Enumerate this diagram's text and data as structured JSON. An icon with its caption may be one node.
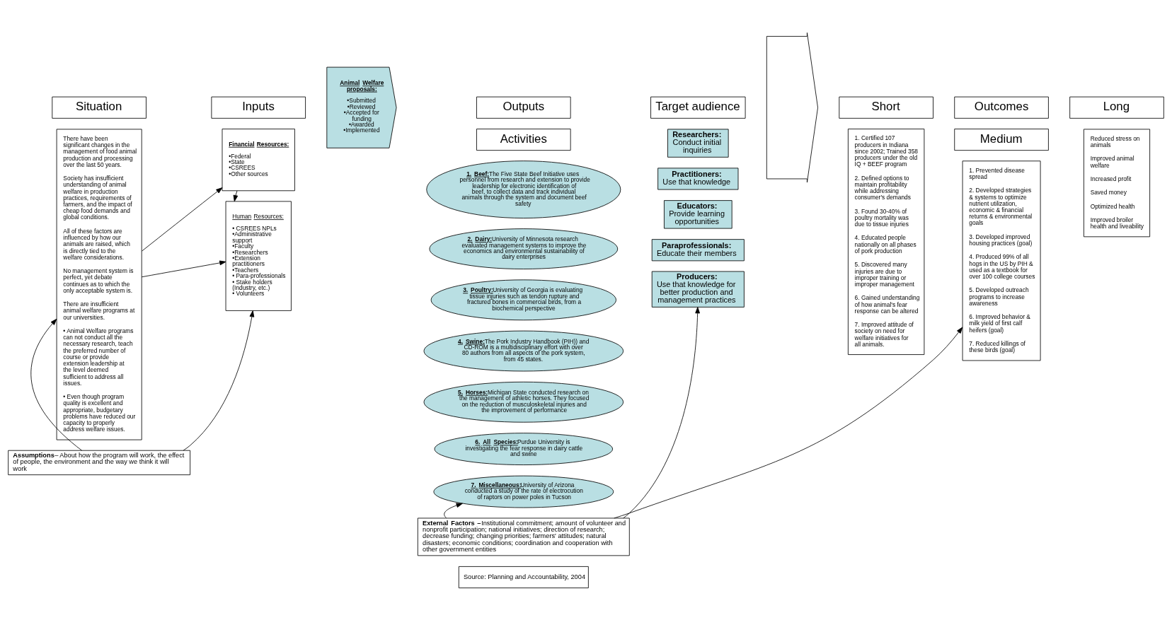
{
  "diagram": {
    "nodes": [
      {
        "text": [
          "Situation"
        ]
      },
      {
        "text": [
          "Inputs"
        ]
      },
      {
        "text": [
          "Outputs"
        ]
      },
      {
        "text": [
          "Activities"
        ]
      },
      {
        "text": [
          "Target audience"
        ]
      },
      {
        "text": [
          "Outcomes"
        ]
      },
      {
        "text": [
          "Short"
        ]
      },
      {
        "text": [
          "Medium"
        ]
      },
      {
        "text": [
          "Long"
        ]
      },
      {
        "text": [
          "There have been significant changes in the management of food animal production and processing over the last 50 years.",
          "Society has insufficient understanding of animal welfare in production practices, requirements of farmers, and the impact of cheap food demands and global conditions.",
          "All of these factors are influenced by how our animals are raised, which is directly tied to the welfare considerations.",
          "No management system is perfect, yet debate continues as to which the only acceptable system is.",
          "There are insufficient animal welfare programs at our universities.",
          "• Animal Welfare programs can not conduct all the necessary research, teach the preferred number of course or provide extension leadership at the level deemed sufficient to address all issues.",
          "• Even though program quality is excellent and appropriate, budgetary problems have reduced our capacity to properly address welfare issues."
        ]
      },
      {
        "text": [
          "Financial Resources:",
          "•Federal",
          "•State",
          "•CSREES",
          "•Other sources"
        ]
      },
      {
        "text": [
          "Human Resources:",
          "• CSREES NPLs",
          "•Administrative support",
          "•Faculty",
          "•Researchers",
          "•Extension practitioners",
          "•Teachers",
          "• Para-professionals",
          "• Stake holders (Industry, etc.)",
          "• Volunteers"
        ]
      },
      {
        "text": [
          "Animal Welfare proposals:",
          "•Submitted",
          "•Reviewed",
          "•Accepted for funding",
          "•Awarded",
          "•Implemented"
        ]
      },
      {
        "text": [
          "1. Beef:",
          "The Five State Beef Initiative uses personnel from research and extension to provide leadership for electronic identification of beef, to collect data and track individual animals through the system and document beef safety"
        ]
      },
      {
        "text": [
          "2. Dairy:",
          "University of Minnesota research evaluated management systems to improve the economics and environmental sustainability of dairy enterprises"
        ]
      },
      {
        "text": [
          "3. Poultry:",
          "University of Georgia is evaluating tissue injuries such as tendon rupture and fractured bones in commercial birds, from a biochemical perspective"
        ]
      },
      {
        "text": [
          "4. Swine:",
          "The Pork Industry Handbook (PIH)) and CD-ROM is a multidisciplinary effort with over 80 authors from all aspects of the pork system, from 45 states."
        ]
      },
      {
        "text": [
          "5. Horses:",
          "Michigan State conducted research on the management of athletic horses. They focused on the reduction of musculoskeletal injuries and the improvement of performance"
        ]
      },
      {
        "text": [
          "6. All Species:",
          "Purdue University is investigating the fear response in dairy cattle and swine"
        ]
      },
      {
        "text": [
          "7. Miscellaneous:",
          "University of Arizona conducted a study of the rate of electrocution of raptors on power poles in Tucson"
        ]
      },
      {
        "text": [
          "Researchers:",
          "Conduct initial inquiries"
        ]
      },
      {
        "text": [
          "Practitioners:",
          "Use that knowledge"
        ]
      },
      {
        "text": [
          "Educators:",
          "Provide learning opportunities"
        ]
      },
      {
        "text": [
          "Paraprofessionals:",
          "Educate their members"
        ]
      },
      {
        "text": [
          "Producers:",
          "Use that knowledge for better production and management practices"
        ]
      },
      {
        "text": [],
        "shape": "arrow"
      },
      {
        "text": [
          "1. Certified 107 producers in Indiana since 2002; Trained 358 producers under the old IQ + BEEF program",
          "2. Defined options to maintain profitability while addressing consumer's demands",
          "3. Found 30-40% of poultry mortality was due to tissue injuries",
          "4. Educated people nationally on all phases of pork production",
          "5. Discovered many injuries are due to improper training or improper management",
          "6. Gained understanding of how animal's fear response can be altered",
          "7. Improved attitude of society on need for welfare initiatives for all animals."
        ]
      },
      {
        "text": [
          "1. Prevented disease spread",
          "2. Developed strategies & systems to optimize nutrient utilization, economic & financial returns & environmental goals",
          "3. Developed improved housing practices (goal)",
          "4. Produced 99% of all hogs in the US by PIH & used as a textbook for over 100 college courses",
          "5. Developed outreach programs to increase awareness",
          "6. Improved behavior & milk yield of first calf heifers (goal)",
          "7. Reduced killings of these birds (goal)"
        ]
      },
      {
        "text": [
          "Reduced stress on animals",
          "Improved animal welfare",
          "Increased profit",
          "Saved money",
          "Optimized health",
          "Improved broiler health and liveability"
        ]
      },
      {
        "text": [
          "Assumptions",
          "– About how the program will work, the effect of people, the environment and the way we think it will work"
        ]
      },
      {
        "text": [
          "External Factors –",
          "Institutional commitment; amount of volunteer and nonprofit participation; national initiatives; direction of research; decrease funding; changing priorities; farmers' attitudes; natural disasters; economic conditions; coordination and cooperation with other government entities"
        ]
      },
      {
        "text": [
          "Source: Planning and Accountability, 2004"
        ]
      }
    ],
    "edges": [
      {
        "from": 9,
        "to": 10,
        "arrow": "to"
      },
      {
        "from": 9,
        "to": 11,
        "arrow": "to"
      },
      {
        "from": 10,
        "to": 11,
        "arrow": "to"
      },
      {
        "from": 29,
        "to": 9,
        "arrow": "to"
      },
      {
        "from": 29,
        "to": 11,
        "arrow": "to"
      },
      {
        "from": 30,
        "to": 19,
        "arrow": "to"
      },
      {
        "from": 30,
        "to": 24,
        "arrow": "to"
      },
      {
        "from": 30,
        "to": 27,
        "arrow": "to"
      }
    ]
  }
}
